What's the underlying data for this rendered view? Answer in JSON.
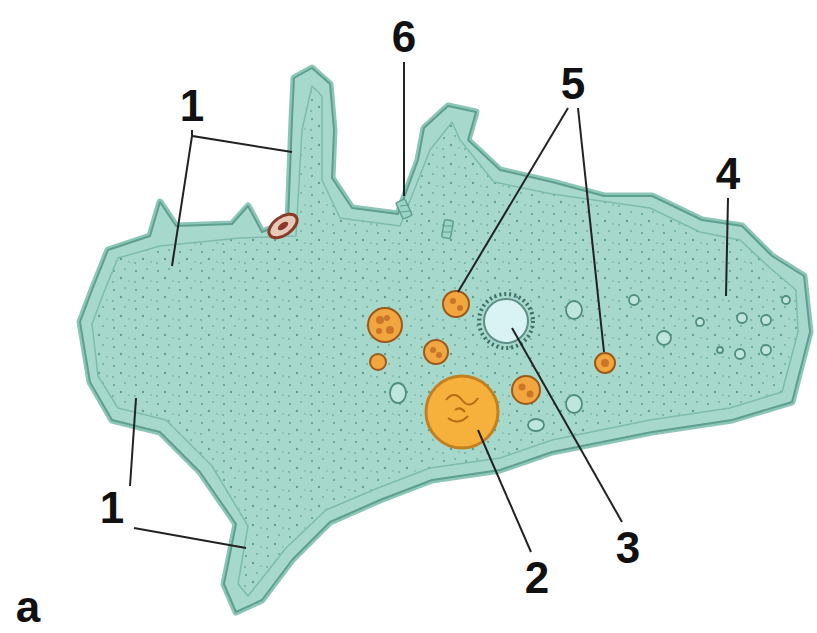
{
  "diagram": {
    "labels": [
      "6",
      "5",
      "1",
      "4",
      "1",
      "2",
      "3",
      "а"
    ]
  }
}
